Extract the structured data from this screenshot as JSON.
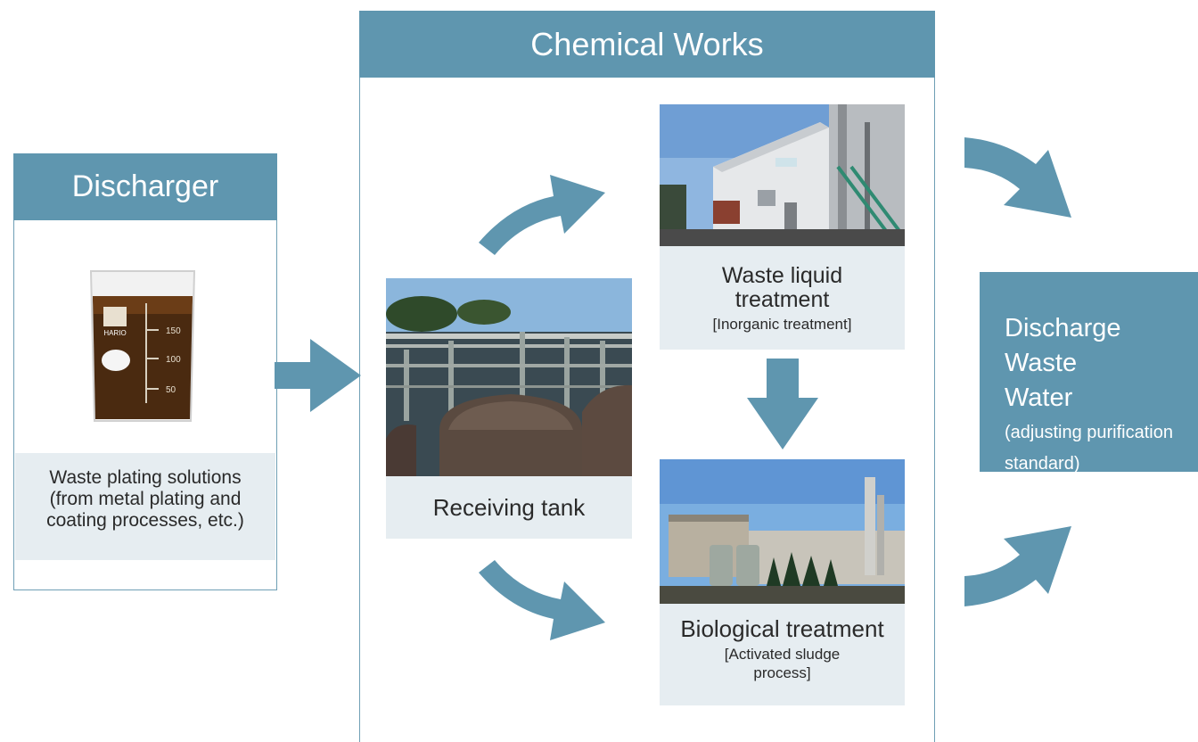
{
  "discharger": {
    "title": "Discharger",
    "caption": "Waste plating solutions (from metal plating and coating processes, etc.)",
    "beaker_brand": "HARIO",
    "beaker_ticks": [
      "150",
      "100",
      "50"
    ]
  },
  "chemical_works": {
    "title": "Chemical Works",
    "receiving_tank": "Receiving tank",
    "waste_liquid": {
      "title": "Waste liquid treatment",
      "subtitle": "[Inorganic treatment]"
    },
    "biological": {
      "title": "Biological treatment",
      "subtitle": "[Activated sludge process]"
    }
  },
  "discharge": {
    "title": "Discharge Waste Water",
    "subtitle": "(adjusting purification standard)"
  },
  "colors": {
    "accent": "#5f96af",
    "frame": "#6f9fb5",
    "caption_bg": "#e6edf1"
  },
  "icons": [
    "beaker-photo",
    "plant-photo",
    "building-photo",
    "arrow-icon"
  ]
}
